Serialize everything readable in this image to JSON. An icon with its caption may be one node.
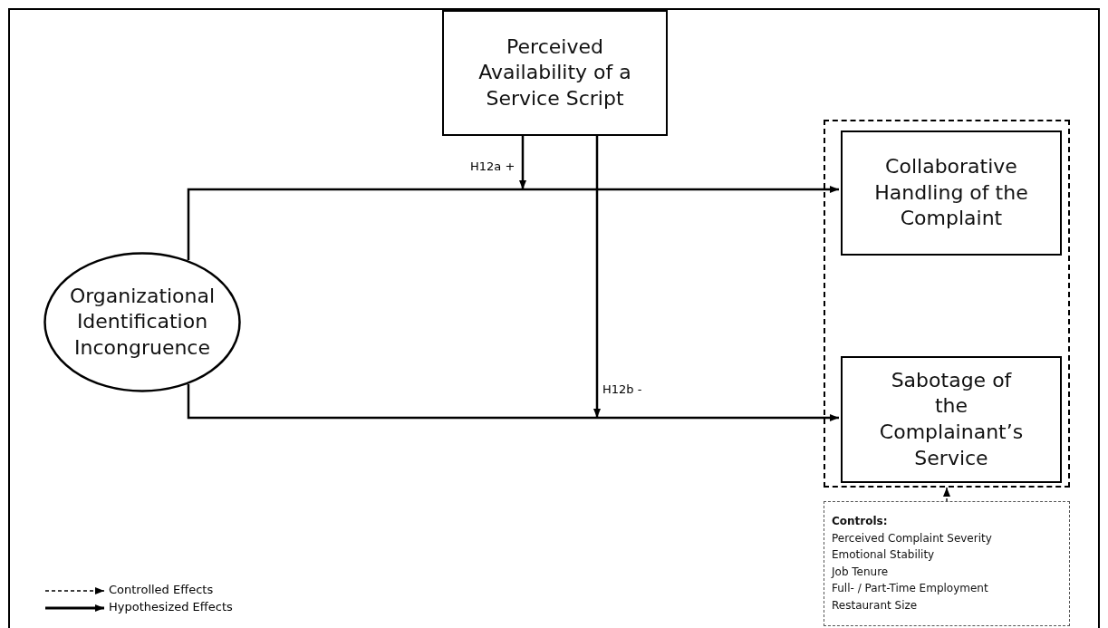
{
  "diagram": {
    "nodes": [
      {
        "text": [
          "Perceived Availability of a Service Script"
        ]
      },
      {
        "text": [
          "Organizational Identification Incongruence"
        ]
      },
      {
        "text": [],
        "shape": "box"
      },
      {
        "text": [
          "Collaborative Handling of the Complaint"
        ],
        "in": 2
      },
      {
        "text": [
          "Sabotage of the Complainant’s Service"
        ],
        "in": 2
      },
      {
        "text": [
          "Controls:",
          "Perceived Complaint Severity",
          "Emotional Stability",
          "Job Tenure",
          "Full- / Part-Time Employment",
          "Restaurant Size"
        ]
      }
    ],
    "edges": [
      {
        "from": 1,
        "to": 3,
        "arrow": "to"
      },
      {
        "from": 1,
        "to": 4,
        "arrow": "to"
      },
      {
        "from": 0,
        "to": null,
        "arrow": "to",
        "label": "H12a +"
      },
      {
        "from": 0,
        "to": null,
        "arrow": "to",
        "label": "H12b -"
      },
      {
        "from": 5,
        "to": 2,
        "arrow": "to",
        "style": "dashed"
      }
    ],
    "legend": [
      {
        "text": "Controlled Effects"
      },
      {
        "text": "Hypothesized Effects"
      }
    ]
  }
}
